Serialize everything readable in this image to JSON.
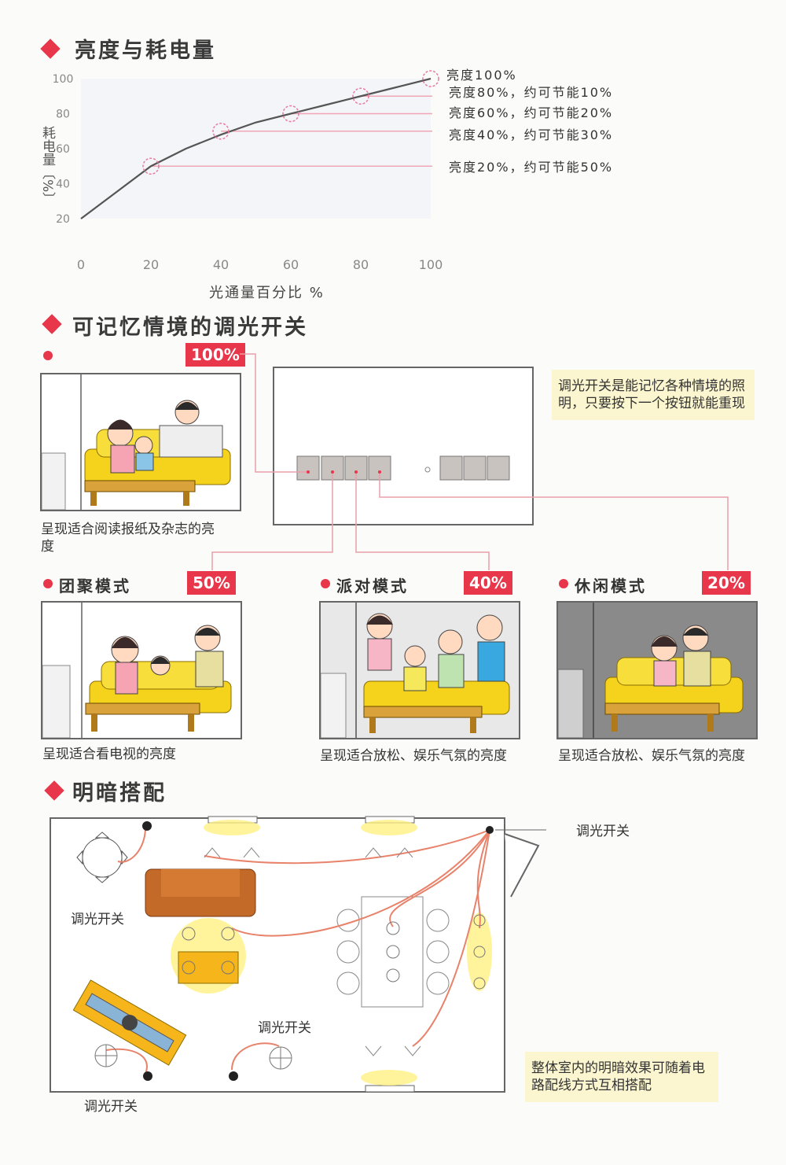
{
  "section1": {
    "title": "亮度与耗电量"
  },
  "chart_data": {
    "type": "line",
    "xlabel": "光通量百分比 %",
    "ylabel": "耗电量〔%〕",
    "x_ticks": [
      "0",
      "20",
      "40",
      "60",
      "80",
      "100"
    ],
    "y_ticks": [
      "20",
      "40",
      "60",
      "80",
      "100"
    ],
    "xlim": [
      0,
      100
    ],
    "ylim": [
      20,
      100
    ],
    "series": [
      {
        "x": [
          0,
          10,
          20,
          30,
          40,
          50,
          60,
          70,
          80,
          90,
          100
        ],
        "y": [
          20,
          35,
          50,
          60,
          68,
          75,
          80,
          85,
          90,
          95,
          100
        ]
      }
    ],
    "annotations": [
      {
        "x": 100,
        "y": 100,
        "text": "亮度100%"
      },
      {
        "x": 80,
        "y": 90,
        "text": "亮度80%，约可节能10%"
      },
      {
        "x": 60,
        "y": 80,
        "text": "亮度60%，约可节能20%"
      },
      {
        "x": 40,
        "y": 70,
        "text": "亮度40%，约可节能30%"
      },
      {
        "x": 20,
        "y": 50,
        "text": "亮度20%，约可节能50%"
      }
    ]
  },
  "section2": {
    "title": "可记忆情境的调光开关",
    "note": "调光开关是能记忆各种情境的照明，只要按下一个按钮就能重现",
    "reading": {
      "badge": "100%",
      "caption": "呈现适合阅读报纸及杂志的亮度"
    },
    "modes": [
      {
        "name": "团聚模式",
        "badge": "50%",
        "caption": "呈现适合看电视的亮度"
      },
      {
        "name": "派对模式",
        "badge": "40%",
        "caption": "呈现适合放松、娱乐气氛的亮度"
      },
      {
        "name": "休闲模式",
        "badge": "20%",
        "caption": "呈现适合放松、娱乐气氛的亮度"
      }
    ]
  },
  "section3": {
    "title": "明暗搭配",
    "switch_label": "调光开关",
    "note": "整体室内的明暗效果可随着电路配线方式互相搭配"
  },
  "colors": {
    "accent": "#e8364a",
    "note_bg": "#fbf6cf",
    "wire": "#e8826a",
    "light": "#fff07a"
  }
}
